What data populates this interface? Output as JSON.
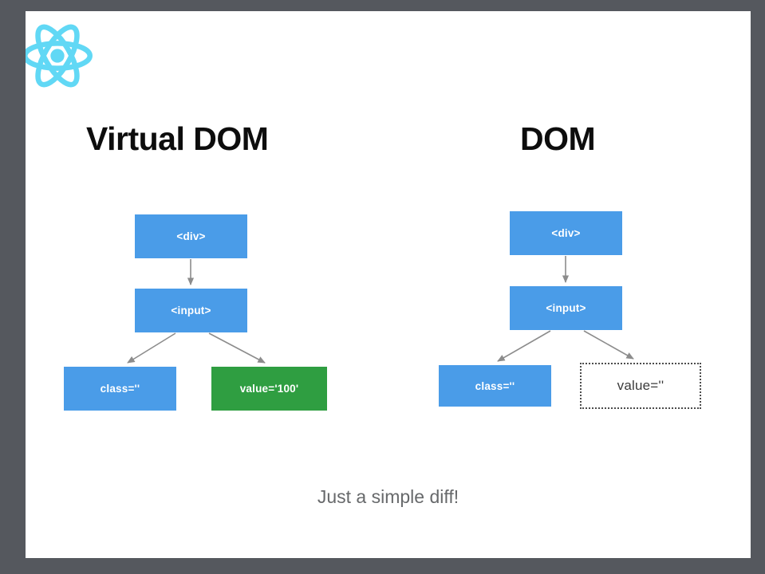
{
  "slide": {
    "frame_color": "#55585e",
    "canvas_color": "#ffffff",
    "logo": {
      "name": "react-logo",
      "color": "#61d8f5"
    },
    "caption": "Just a simple diff!"
  },
  "headings": {
    "left": "Virtual DOM",
    "right": "DOM"
  },
  "colors": {
    "node_blue": "#4a9ce8",
    "node_green": "#2f9e41",
    "dotted_border": "#4c4c4c",
    "connector": "#8c8c8c",
    "heading_text": "#0d0d0d",
    "caption_text": "#67696b"
  },
  "virtual_dom_tree": {
    "title": "Virtual DOM",
    "nodes": [
      {
        "id": "v-div",
        "label": "<div>",
        "style": "blue"
      },
      {
        "id": "v-input",
        "label": "<input>",
        "style": "blue"
      },
      {
        "id": "v-class",
        "label": "class=''",
        "style": "blue"
      },
      {
        "id": "v-value",
        "label": "value='100'",
        "style": "green"
      }
    ],
    "edges": [
      {
        "from": "v-div",
        "to": "v-input"
      },
      {
        "from": "v-input",
        "to": "v-class"
      },
      {
        "from": "v-input",
        "to": "v-value"
      }
    ]
  },
  "dom_tree": {
    "title": "DOM",
    "nodes": [
      {
        "id": "d-div",
        "label": "<div>",
        "style": "blue"
      },
      {
        "id": "d-input",
        "label": "<input>",
        "style": "blue"
      },
      {
        "id": "d-class",
        "label": "class=''",
        "style": "blue"
      },
      {
        "id": "d-value",
        "label": "value=''",
        "style": "dotted"
      }
    ],
    "edges": [
      {
        "from": "d-div",
        "to": "d-input"
      },
      {
        "from": "d-input",
        "to": "d-class"
      },
      {
        "from": "d-input",
        "to": "d-value"
      }
    ]
  }
}
